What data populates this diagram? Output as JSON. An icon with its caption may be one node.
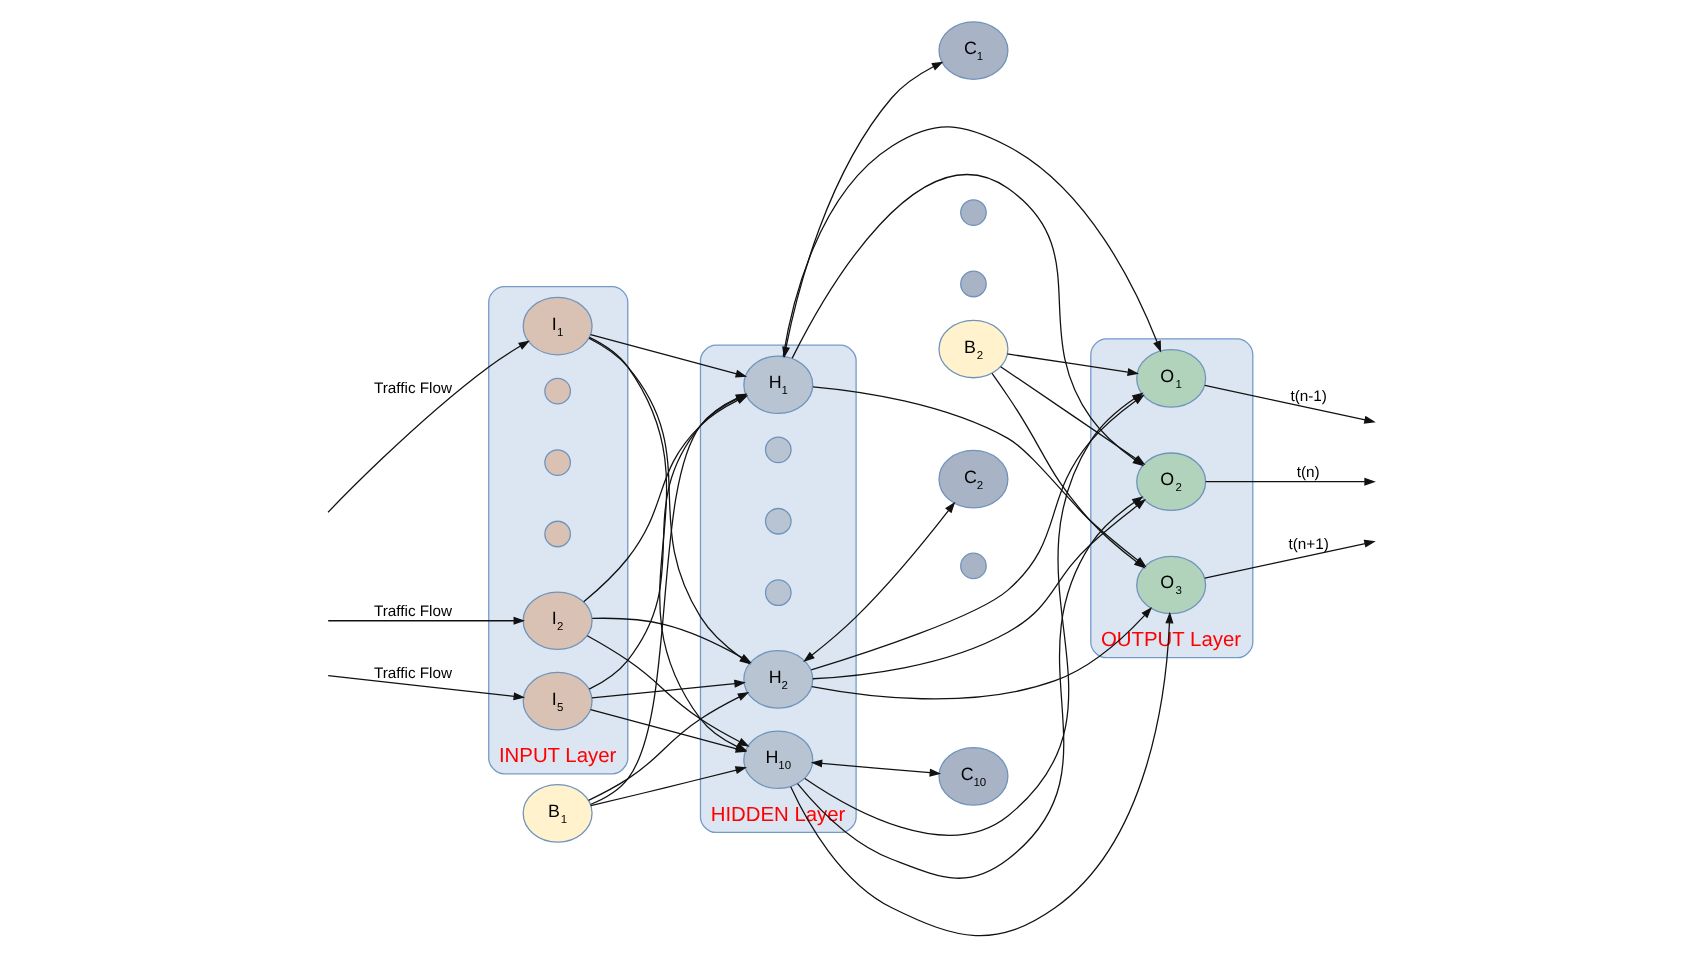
{
  "diagram": {
    "nodes": [
      {
        "text": [
          "INPUT Layer"
        ]
      },
      {
        "text": [
          "I$_{1}$"
        ],
        "in": 0
      },
      {
        "text": [
          "I$_{2}$"
        ],
        "in": 0
      },
      {
        "text": [],
        "shape": "circle",
        "in": 0
      },
      {
        "text": [],
        "shape": "circle",
        "in": 0
      },
      {
        "text": [],
        "shape": "circle",
        "in": 0
      },
      {
        "text": [
          "I$_{5}$"
        ],
        "in": 0
      },
      {
        "text": [
          "HIDDEN Layer"
        ]
      },
      {
        "text": [
          "H$_{1}$"
        ],
        "in": 7
      },
      {
        "text": [
          "H$_{2}$"
        ],
        "in": 7
      },
      {
        "text": [],
        "shape": "circle",
        "in": 7
      },
      {
        "text": [],
        "shape": "circle",
        "in": 7
      },
      {
        "text": [],
        "shape": "circle",
        "in": 7
      },
      {
        "text": [
          "H$_{10}$"
        ],
        "in": 7
      },
      {
        "text": [
          "C$_{1}$"
        ]
      },
      {
        "text": [
          "C$_{2}$"
        ]
      },
      {
        "text": [],
        "shape": "circle"
      },
      {
        "text": [],
        "shape": "circle"
      },
      {
        "text": [],
        "shape": "circle"
      },
      {
        "text": [
          "C$_{10}$"
        ]
      },
      {
        "text": [
          "OUTPUT Layer"
        ]
      },
      {
        "text": [
          "O$_{1}$"
        ],
        "in": 20
      },
      {
        "text": [
          "O$_{2}$"
        ],
        "in": 20
      },
      {
        "text": [
          "O$_{3}$"
        ],
        "in": 20
      },
      {
        "text": [
          "B$_{1}$"
        ]
      },
      {
        "text": [
          "B$_{2}$"
        ]
      }
    ],
    "edges": [
      {
        "from": null,
        "to": 1,
        "arrow": "to",
        "label": "Traffic Flow"
      },
      {
        "from": null,
        "to": 2,
        "arrow": "to",
        "label": "Traffic Flow"
      },
      {
        "from": null,
        "to": 6,
        "arrow": "to",
        "label": "Traffic Flow"
      },
      {
        "from": 1,
        "to": 8,
        "arrow": "to"
      },
      {
        "from": 1,
        "to": 9,
        "arrow": "to"
      },
      {
        "from": 1,
        "to": 13,
        "arrow": "to"
      },
      {
        "from": 2,
        "to": 8,
        "arrow": "to"
      },
      {
        "from": 2,
        "to": 9,
        "arrow": "to"
      },
      {
        "from": 2,
        "to": 13,
        "arrow": "to"
      },
      {
        "from": 6,
        "to": 8,
        "arrow": "to"
      },
      {
        "from": 6,
        "to": 9,
        "arrow": "to"
      },
      {
        "from": 6,
        "to": 13,
        "arrow": "to"
      },
      {
        "from": 24,
        "to": 8,
        "arrow": "to"
      },
      {
        "from": 24,
        "to": 9,
        "arrow": "to"
      },
      {
        "from": 24,
        "to": 13,
        "arrow": "to"
      },
      {
        "from": 8,
        "to": 14,
        "arrow": "both"
      },
      {
        "from": 9,
        "to": 15,
        "arrow": "both"
      },
      {
        "from": 13,
        "to": 19,
        "arrow": "both"
      },
      {
        "from": 8,
        "to": 21,
        "arrow": "to"
      },
      {
        "from": 8,
        "to": 22,
        "arrow": "to"
      },
      {
        "from": 8,
        "to": 23,
        "arrow": "to"
      },
      {
        "from": 9,
        "to": 21,
        "arrow": "to"
      },
      {
        "from": 9,
        "to": 22,
        "arrow": "to"
      },
      {
        "from": 9,
        "to": 23,
        "arrow": "to"
      },
      {
        "from": 13,
        "to": 21,
        "arrow": "to"
      },
      {
        "from": 13,
        "to": 22,
        "arrow": "to"
      },
      {
        "from": 13,
        "to": 23,
        "arrow": "to"
      },
      {
        "from": 25,
        "to": 21,
        "arrow": "to"
      },
      {
        "from": 25,
        "to": 22,
        "arrow": "to"
      },
      {
        "from": 25,
        "to": 23,
        "arrow": "to"
      },
      {
        "from": 21,
        "to": null,
        "arrow": "to",
        "label": "t(n-1)"
      },
      {
        "from": 22,
        "to": null,
        "arrow": "to",
        "label": "t(n)"
      },
      {
        "from": 23,
        "to": null,
        "arrow": "to",
        "label": "t(n+1)"
      }
    ]
  }
}
